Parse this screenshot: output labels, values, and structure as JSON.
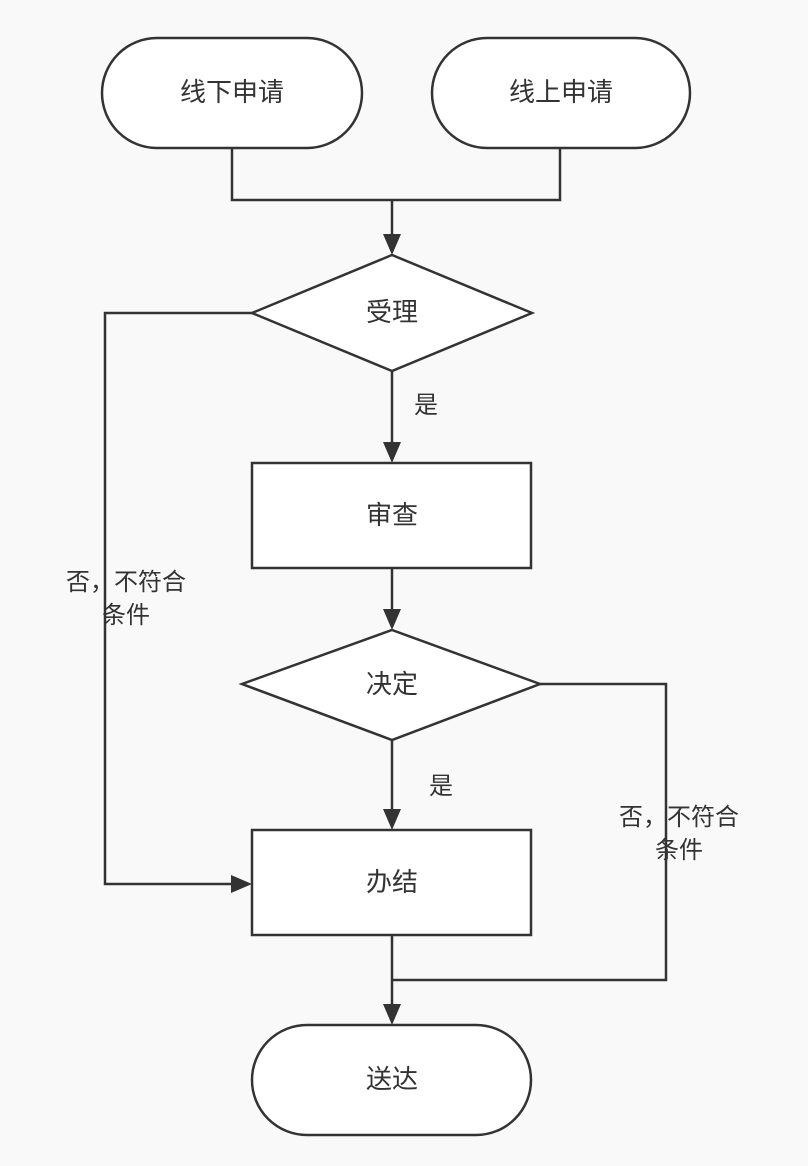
{
  "nodes": {
    "offline_apply": "线下申请",
    "online_apply": "线上申请",
    "accept": "受理",
    "review": "审查",
    "decide": "决定",
    "conclude": "办结",
    "deliver": "送达"
  },
  "edges": {
    "accept_yes": "是",
    "accept_no_line1": "否，不符合",
    "accept_no_line2": "条件",
    "decide_yes": "是",
    "decide_no_line1": "否，不符合",
    "decide_no_line2": "条件"
  }
}
